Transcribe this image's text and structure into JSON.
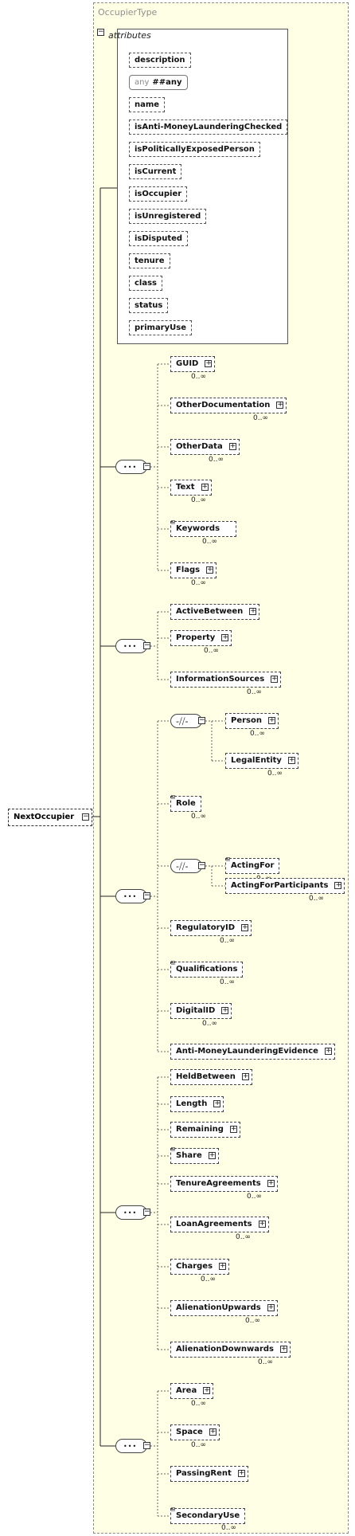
{
  "diagram_title": "OccupierType",
  "root_element": "NextOccupier",
  "attributes_label": "attributes",
  "attributes": [
    "description",
    "isAnti-MoneyLaunderingChecked",
    "isPoliticallyExposedPerson",
    "isCurrent",
    "isOccupier",
    "isUnregistered",
    "isDisputed",
    "tenure",
    "class",
    "status",
    "primaryUse"
  ],
  "any_attribute": {
    "keyword": "any",
    "value": "##any"
  },
  "name_attribute": "name",
  "group1": [
    {
      "label": "GUID",
      "occurs": "0..∞"
    },
    {
      "label": "OtherDocumentation",
      "occurs": "0..∞"
    },
    {
      "label": "OtherData",
      "occurs": "0..∞"
    },
    {
      "label": "Text",
      "occurs": "0..∞"
    },
    {
      "label": "Keywords",
      "occurs": "0..∞"
    },
    {
      "label": "Flags",
      "occurs": "0..∞"
    }
  ],
  "group2": [
    {
      "label": "ActiveBetween",
      "occurs": ""
    },
    {
      "label": "Property",
      "occurs": "0..∞"
    },
    {
      "label": "InformationSources",
      "occurs": "0..∞"
    }
  ],
  "group3_choice1": [
    {
      "label": "Person",
      "occurs": "0..∞"
    },
    {
      "label": "LegalEntity",
      "occurs": "0..∞"
    }
  ],
  "group3_role": {
    "label": "Role",
    "occurs": "0..∞"
  },
  "group3_choice2": [
    {
      "label": "ActingFor",
      "occurs": "0..∞"
    },
    {
      "label": "ActingForParticipants",
      "occurs": "0..∞"
    }
  ],
  "group3_rest": [
    {
      "label": "RegulatoryID",
      "occurs": "0..∞"
    },
    {
      "label": "Qualifications",
      "occurs": "0..∞"
    },
    {
      "label": "DigitalID",
      "occurs": "0..∞"
    },
    {
      "label": "Anti-MoneyLaunderingEvidence",
      "occurs": ""
    }
  ],
  "group4": [
    {
      "label": "HeldBetween",
      "occurs": ""
    },
    {
      "label": "Length",
      "occurs": ""
    },
    {
      "label": "Remaining",
      "occurs": ""
    },
    {
      "label": "Share",
      "occurs": ""
    },
    {
      "label": "TenureAgreements",
      "occurs": "0..∞"
    },
    {
      "label": "LoanAgreements",
      "occurs": "0..∞"
    },
    {
      "label": "Charges",
      "occurs": "0..∞"
    },
    {
      "label": "AlienationUpwards",
      "occurs": "0..∞"
    },
    {
      "label": "AlienationDownwards",
      "occurs": "0..∞"
    }
  ],
  "group5": [
    {
      "label": "Area",
      "occurs": "0..∞"
    },
    {
      "label": "Space",
      "occurs": "0..∞"
    },
    {
      "label": "PassingRent",
      "occurs": ""
    },
    {
      "label": "SecondaryUse",
      "occurs": "0..∞"
    }
  ]
}
